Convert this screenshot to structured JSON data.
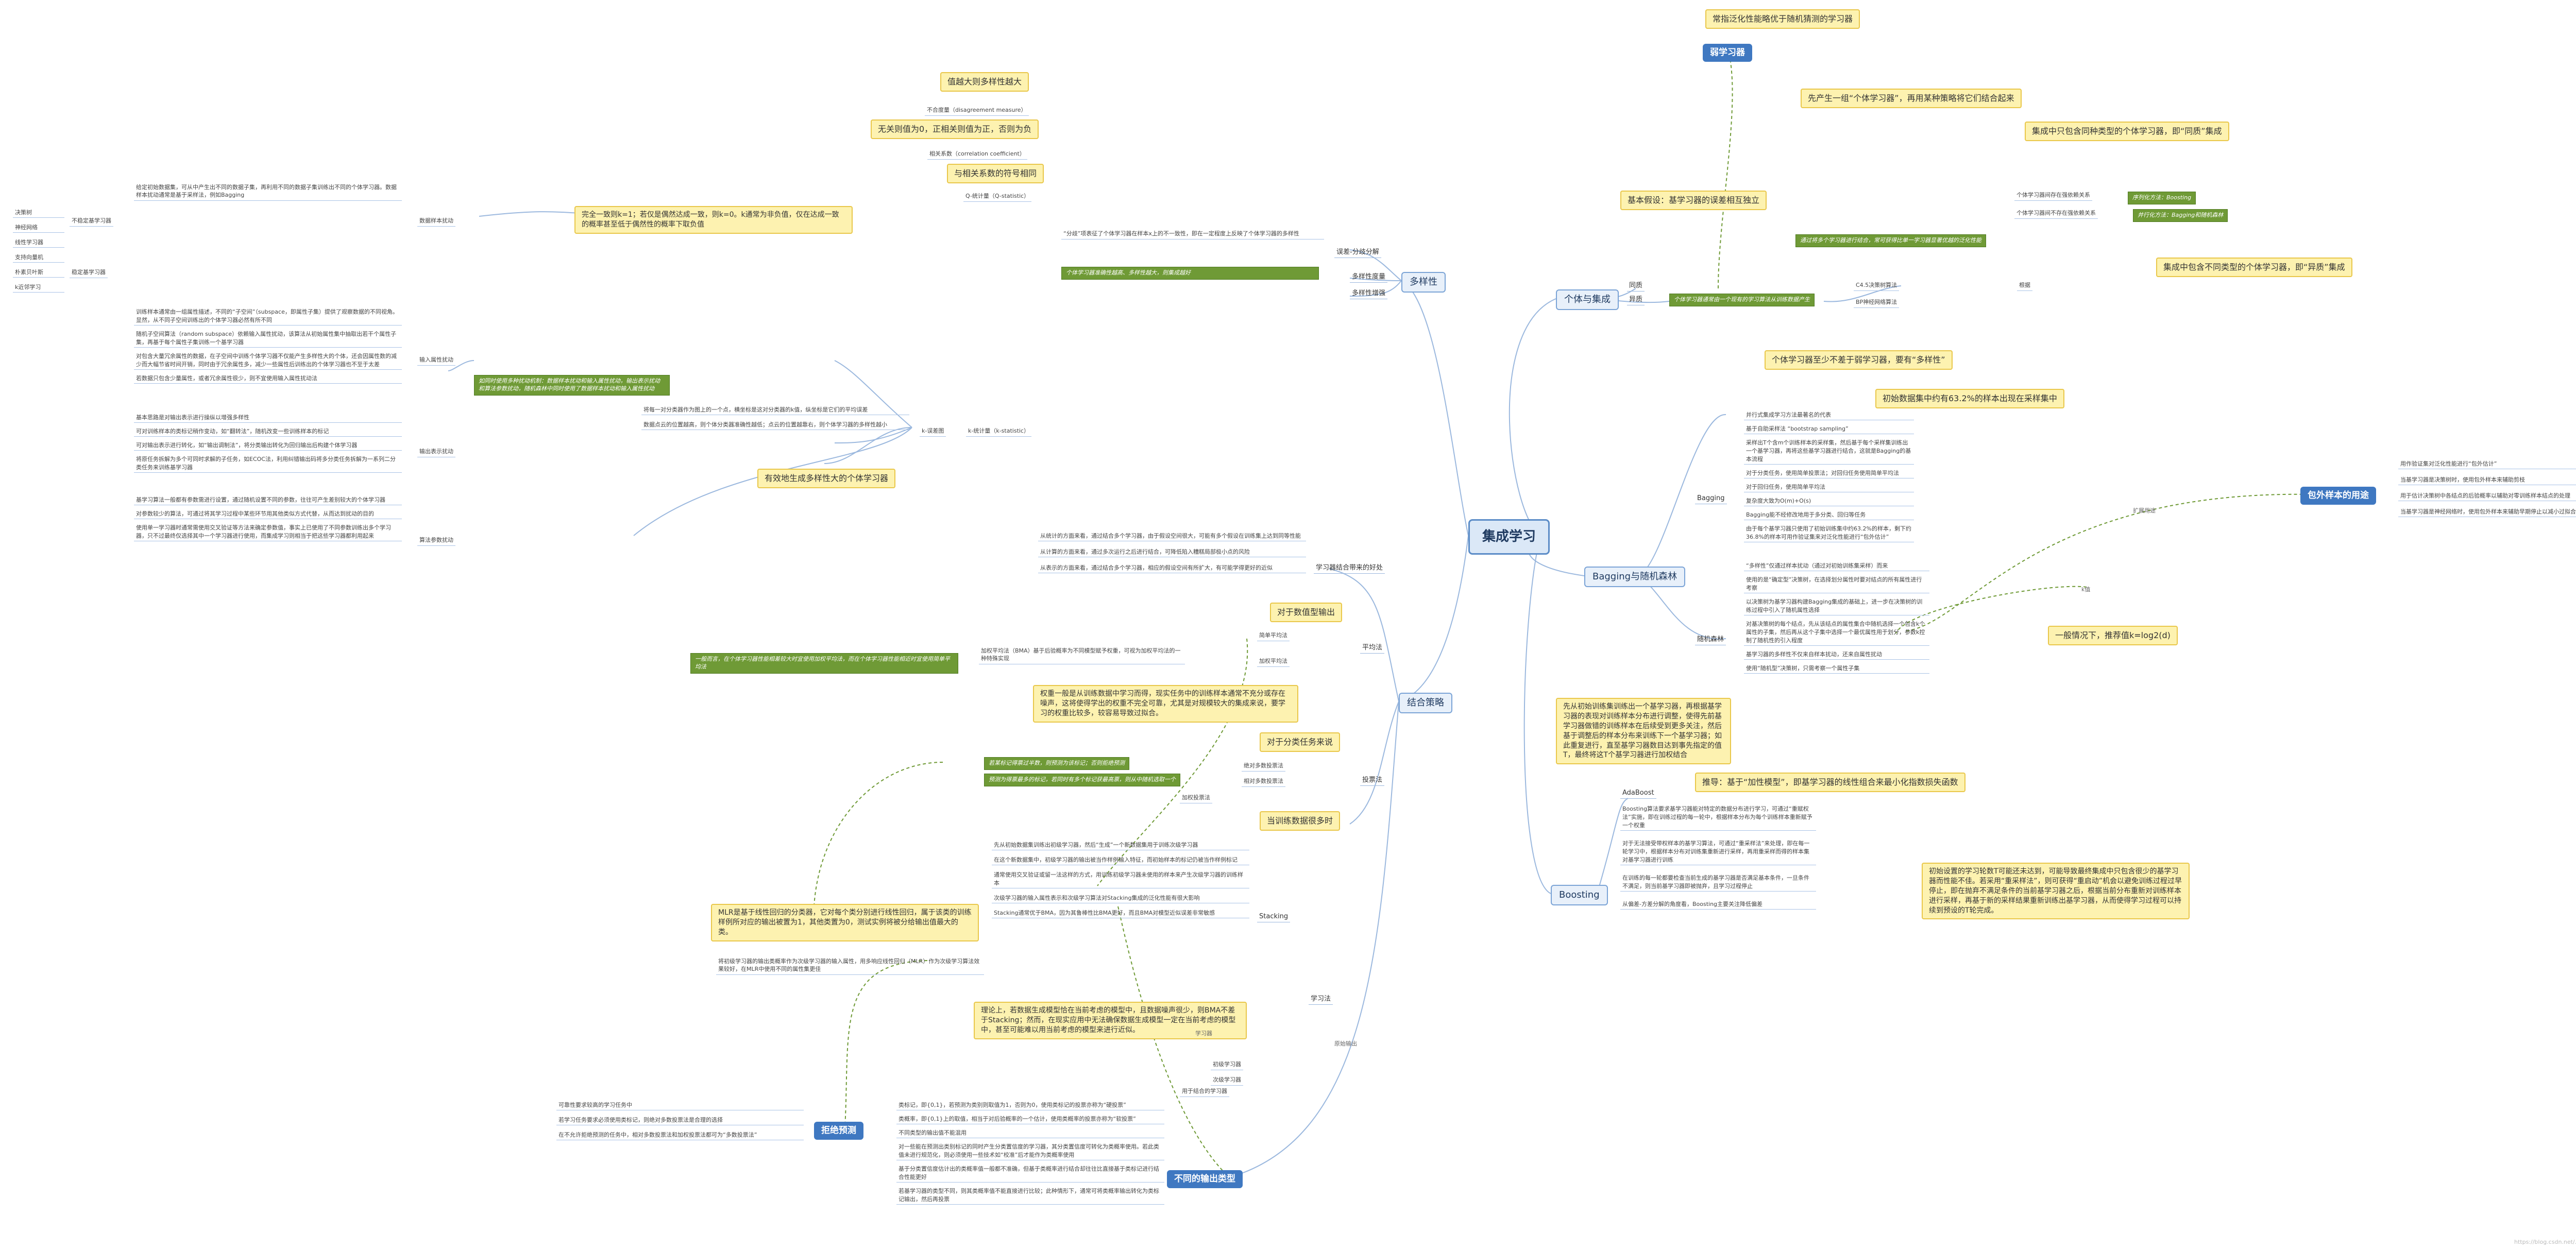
{
  "root": "集成学习",
  "branches": {
    "individual_and_ensemble": {
      "label": "个体与集成",
      "homogeneous": "同质",
      "heterogeneous": "异质",
      "basic_assumption": "基本假设：基学习器的误差相互独立",
      "homo_desc": "集成中只包含同种类型的个体学习器，即“同质”集成",
      "base_learner_label": "个体学习器通常由一个现有的学习算法从训练数据产生",
      "c45": "C4.5决策树算法",
      "bp": "BP神经网络算法",
      "hetero_desc": "集成中包含不同类型的个体学习器，即“异质”集成",
      "weak_learner_title": "弱学习器",
      "weak_learner_note": "常指泛化性能略优于随机猜测的学习器",
      "first_produce": "先产生一组“个体学习器”，再用某种策略将它们结合起来",
      "diversity_note": "个体学习器至少不差于弱学习器，要有“多样性”",
      "serial_label": "个体学习器间存在强依赖关系",
      "serial_method": "序列化方法：Boosting",
      "parallel_label": "个体学习器间不存在强依赖关系",
      "parallel_method": "并行化方法：Bagging和随机森林",
      "classify": "根据",
      "green_combine": "通过将多个学习器进行结合，常可获得比单一学习器显著优越的泛化性能"
    },
    "bagging": {
      "label": "Bagging与随机森林",
      "bagging": "Bagging",
      "rf": "随机森林",
      "bootstrap_note": "初始数据集中约有63.2%的样本出现在采样集中",
      "items": [
        "并行式集成学习方法最著名的代表",
        "基于自助采样法 “bootstrap sampling”",
        "采样出T个含m个训练样本的采样集，然后基于每个采样集训练出一个基学习器，再将这些基学习器进行结合，这就是Bagging的基本流程",
        "对于分类任务，使用简单投票法；对回归任务使用简单平均法",
        "对于回归任务，使用简单平均法",
        "复杂度大致为O(m)+O(s)",
        "Bagging能不经修改地用于多分类、回归等任务",
        "由于每个基学习器只使用了初始训练集中约63.2%的样本，剩下约36.8%的样本可用作验证集来对泛化性能进行“包外估计”"
      ],
      "oob_title": "包外样本的用途",
      "oob_items": [
        "用作验证集对泛化性能进行“包外估计”",
        "当基学习器是决策树时，使用包外样本来辅助剪枝",
        "用于估计决策树中各结点的后验概率以辅助对零训练样本结点的处理",
        "当基学习器是神经网络时，使用包外样本来辅助早期停止以减小过拟合风险"
      ],
      "rf_items": [
        "“多样性”仅通过样本扰动（通过对初始训练集采样）而来",
        "使用的是“确定型”决策树，在选择划分属性时要对结点的所有属性进行考察",
        "以决策树为基学习器构建Bagging集成的基础上，进一步在决策树的训练过程中引入了随机属性选择",
        "对基决策树的每个结点，先从该结点的属性集合中随机选择一个包含k个属性的子集，然后再从这个子集中选择一个最优属性用于划分，参数k控制了随机性的引入程度",
        "基学习器的多样性不仅来自样本扰动，还来自属性扰动",
        "使用“随机型”决策树，只需考察一个属性子集"
      ],
      "k_note": "一般情况下，推荐值k=log2(d)",
      "k_float": "k值",
      "oob_float": "扩展用途"
    },
    "boosting": {
      "label": "Boosting",
      "adaboost": "AdaBoost",
      "process_note": "先从初始训练集训练出一个基学习器，再根据基学习器的表现对训练样本分布进行调整，使得先前基学习器做错的训练样本在后续受到更多关注，然后基于调整后的样本分布来训练下一个基学习器；如此重复进行，直至基学习器数目达到事先指定的值T，最终将这T个基学习器进行加权结合",
      "additive": "推导：基于“加性模型”，即基学习器的线性组合来最小化指数损失函数",
      "reweight_note": "初始设置的学习轮数T可能还未达到，可能导致最终集成中只包含很少的基学习器而性能不佳。若采用“重采样法”，则可获得“重启动”机会以避免训练过程过早停止，即在抛弃不满足条件的当前基学习器之后，根据当前分布重新对训练样本进行采样，再基于新的采样结果重新训练出基学习器，从而使得学习过程可以持续到预设的T轮完成。",
      "items": [
        "Boosting算法要求基学习器能对特定的数据分布进行学习，可通过“重赋权法”实施，即在训练过程的每一轮中，根据样本分布为每个训练样本重新赋予一个权重",
        "对于无法接受带权样本的基学习算法，可通过“重采样法”来处理，即在每一轮学习中，根据样本分布对训练集重新进行采样，再用重采样而得的样本集对基学习器进行训练",
        "在训练的每一轮都要检查当前生成的基学习器是否满足基本条件，一旦条件不满足，则当前基学习器即被抛弃，且学习过程停止",
        "从偏差-方差分解的角度看，Boosting主要关注降低偏差"
      ]
    },
    "combination": {
      "label": "结合策略",
      "benefits_title": "学习器结合带来的好处",
      "benefits": [
        "从统计的方面来看，通过结合多个学习器，由于假设空间很大，可能有多个假设在训练集上达到同等性能",
        "从计算的方面来看，通过多次运行之后进行结合，可降低陷入糟糕局部极小点的风险",
        "从表示的方面来看，通过结合多个学习器，相应的假设空间有所扩大，有可能学得更好的近似"
      ],
      "averaging": "平均法",
      "simple_avg": "简单平均法",
      "weighted_avg": "加权平均法",
      "numeric_note": "对于数值型输出",
      "weighted_desc": "加权平均法（BMA）基于后验概率为不同模型赋予权重，可视为加权平均法的一种特殊实现",
      "weight_note": "权重一般是从训练数据中学习而得，现实任务中的训练样本通常不充分或存在噪声，这将使得学出的权重不完全可靠，尤其是对规模较大的集成来说，要学习的权重比较多，较容易导致过拟合。",
      "green_avg": "一般而言，在个体学习器性能相差较大时宜使用加权平均法，而在个体学习器性能相近时宜使用简单平均法",
      "voting": "投票法",
      "majority": "绝对多数投票法",
      "plurality": "相对多数投票法",
      "weighted_vote": "加权投票法",
      "classify_note": "对于分类任务来说",
      "green_vote": "若某标记得票过半数，则预测为该标记；否则拒绝预测",
      "green_vote2": "预测为得票最多的标记，若同时有多个标记获最高票，则从中随机选取一个",
      "stack_note": "当训练数据很多时",
      "learning": "学习法",
      "stacking": "Stacking",
      "stack_items": [
        "先从初始数据集训练出初级学习器，然后“生成”一个新数据集用于训练次级学习器",
        "在这个新数据集中，初级学习器的输出被当作样例输入特征，而初始样本的标记仍被当作样例标记",
        "通常使用交叉验证或留一法这样的方式，用训练初级学习器未使用的样本来产生次级学习器的训练样本",
        "次级学习器的输入属性表示和次级学习算法对Stacking集成的泛化性能有很大影响",
        "Stacking通常优于BMA，因为其鲁棒性比BMA更好，而且BMA对模型近似误差非常敏感"
      ],
      "mlr_note": "MLR是基于线性回归的分类器，它对每个类分别进行线性回归，属于该类的训练样例所对应的输出被置为1，其他类置为0，测试实例将被分给输出值最大的类。",
      "mlr_item": "将初级学习器的输出类概率作为次级学习器的输入属性，用多响应线性回归（MLR）作为次级学习算法效果较好，在MLR中使用不同的属性集更佳",
      "bma_note": "理论上，若数据生成模型恰在当前考虑的模型中，且数据噪声很少，则BMA不差于Stacking；然而，在现实应用中无法确保数据生成模型一定在当前考虑的模型中，甚至可能难以用当前考虑的模型来进行近似。",
      "learner_float": "学习器",
      "primary": "初级学习器",
      "secondary": "次级学习器",
      "meta_float": "用于结合的学习器",
      "out_float": "原始输出"
    },
    "output_types": {
      "label": "不同的输出类型",
      "items": [
        "类标记，即{0,1}，若预测为类别则取值为1，否则为0，使用类标记的投票亦称为“硬投票”",
        "类概率，即{0,1}上的取值，相当于对后验概率的一个估计，使用类概率的投票亦称为“软投票”",
        "不同类型的输出值不能混用",
        "对一些能在预测出类别标记的同时产生分类置信度的学习器，其分类置信度可转化为类概率使用。若此类值未进行规范化，则必须使用一些技术如“校准”后才能作为类概率使用",
        "基于分类置信度估计出的类概率值一般都不准确，但基于类概率进行结合却往往比直接基于类标记进行结合性能更好",
        "若基学习器的类型不同，则其类概率值不能直接进行比较；此种情形下，通常可将类概率输出转化为类标记输出，然后再投票"
      ]
    },
    "diversity": {
      "label": "多样性",
      "error_ambiguity": "误差-分歧分解",
      "measures": "多样性度量",
      "enhance": "多样性增强",
      "disagreement_note": "值越大则多样性越大",
      "disagreement": "不合度量（disagreement measure）",
      "corr_note": "无关则值为0，正相关则值为正，否则为负",
      "corr": "相关系数（correlation coefficient）",
      "q_note": "与相关系数的符号相同",
      "q": "Q-统计量（Q-statistic）",
      "kappa": "k-统计量（k-statistic）",
      "kappa_note": "完全一致则k=1；若仅是偶然达成一致，则k=0。k通常为非负值，仅在达成一致的概率甚至低于偶然性的概率下取负值",
      "kappa_diagram": "k-误差图",
      "kappa_items": [
        "将每一对分类器作为图上的一个点，横坐标是这对分类器的k值，纵坐标是它们的平均误差",
        "数据点云的位置越高，则个体分类器准确性越低；点云的位置越靠右，则个体学习器的多样性越小"
      ],
      "high_div_note": "有效地生成多样性大的个体学习器",
      "green_err": "个体学习器准确性越高、多样性越大，则集成越好",
      "err_text": "“分歧”项表征了个体学习器在样本x上的不一致性，即在一定程度上反映了个体学习器的多样性",
      "data_perturb": "数据样本扰动",
      "input_perturb": "输入属性扰动",
      "output_perturb": "输出表示扰动",
      "param_perturb": "算法参数扰动",
      "unstable": "不稳定基学习器",
      "stable": "稳定基学习器",
      "unstable_list": [
        "决策树",
        "神经网络",
        "线性学习器",
        "支持向量机",
        "朴素贝叶斯",
        "k近邻学习"
      ],
      "data_text": "给定初始数据集，可从中产生出不同的数据子集，再利用不同的数据子集训练出不同的个体学习器。数据样本扰动通常是基于采样法，例如Bagging",
      "input_text": [
        "训练样本通常由一组属性描述，不同的“子空间”（subspace，即属性子集）提供了观察数据的不同视角。显然，从不同子空间训练出的个体学习器必然有所不同",
        "随机子空间算法（random subspace）依赖输入属性扰动，该算法从初始属性集中抽取出若干个属性子集，再基于每个属性子集训练一个基学习器",
        "对包含大量冗余属性的数据，在子空间中训练个体学习器不仅能产生多样性大的个体，还会因属性数的减少而大幅节省时间开销，同时由于冗余属性多，减少一些属性后训练出的个体学习器也不至于太差",
        "若数据只包含少量属性，或者冗余属性很少，则不宜使用输入属性扰动法"
      ],
      "output_text": [
        "基本思路是对输出表示进行操纵以增强多样性",
        "可对训练样本的类标记稍作变动，如“翻转法”，随机改变一些训练样本的标记",
        "可对输出表示进行转化，如“输出调制法”，将分类输出转化为回归输出后构建个体学习器",
        "将原任务拆解为多个可同时求解的子任务，如ECOC法，利用纠错输出码将多分类任务拆解为一系列二分类任务来训练基学习器"
      ],
      "param_text": [
        "基学习算法一般都有参数需进行设置，通过随机设置不同的参数，往往可产生差别较大的个体学习器",
        "对参数较少的算法，可通过将其学习过程中某些环节用其他类似方式代替，从而达到扰动的目的",
        "使用单一学习器时通常需使用交叉验证等方法来确定参数值，事实上已使用了不同参数训练出多个学习器，只不过最终仅选择其中一个学习器进行使用，而集成学习则相当于把这些学习器都利用起来"
      ],
      "green_combo": "如同时使用多种扰动机制：数据样本扰动和输入属性扰动，输出表示扰动和算法参数扰动，随机森林中同时使用了数据样本扰动和输入属性扰动"
    },
    "predict": {
      "label": "拒绝预测",
      "items": [
        "可靠性要求较高的学习任务中",
        "若学习任务要求必须使用类标记，则绝对多数投票法是合理的选择",
        "在不允许拒绝预测的任务中，相对多数投票法和加权投票法都可为“多数投票法”"
      ]
    }
  },
  "watermark": "https://blog.csdn.net/..."
}
